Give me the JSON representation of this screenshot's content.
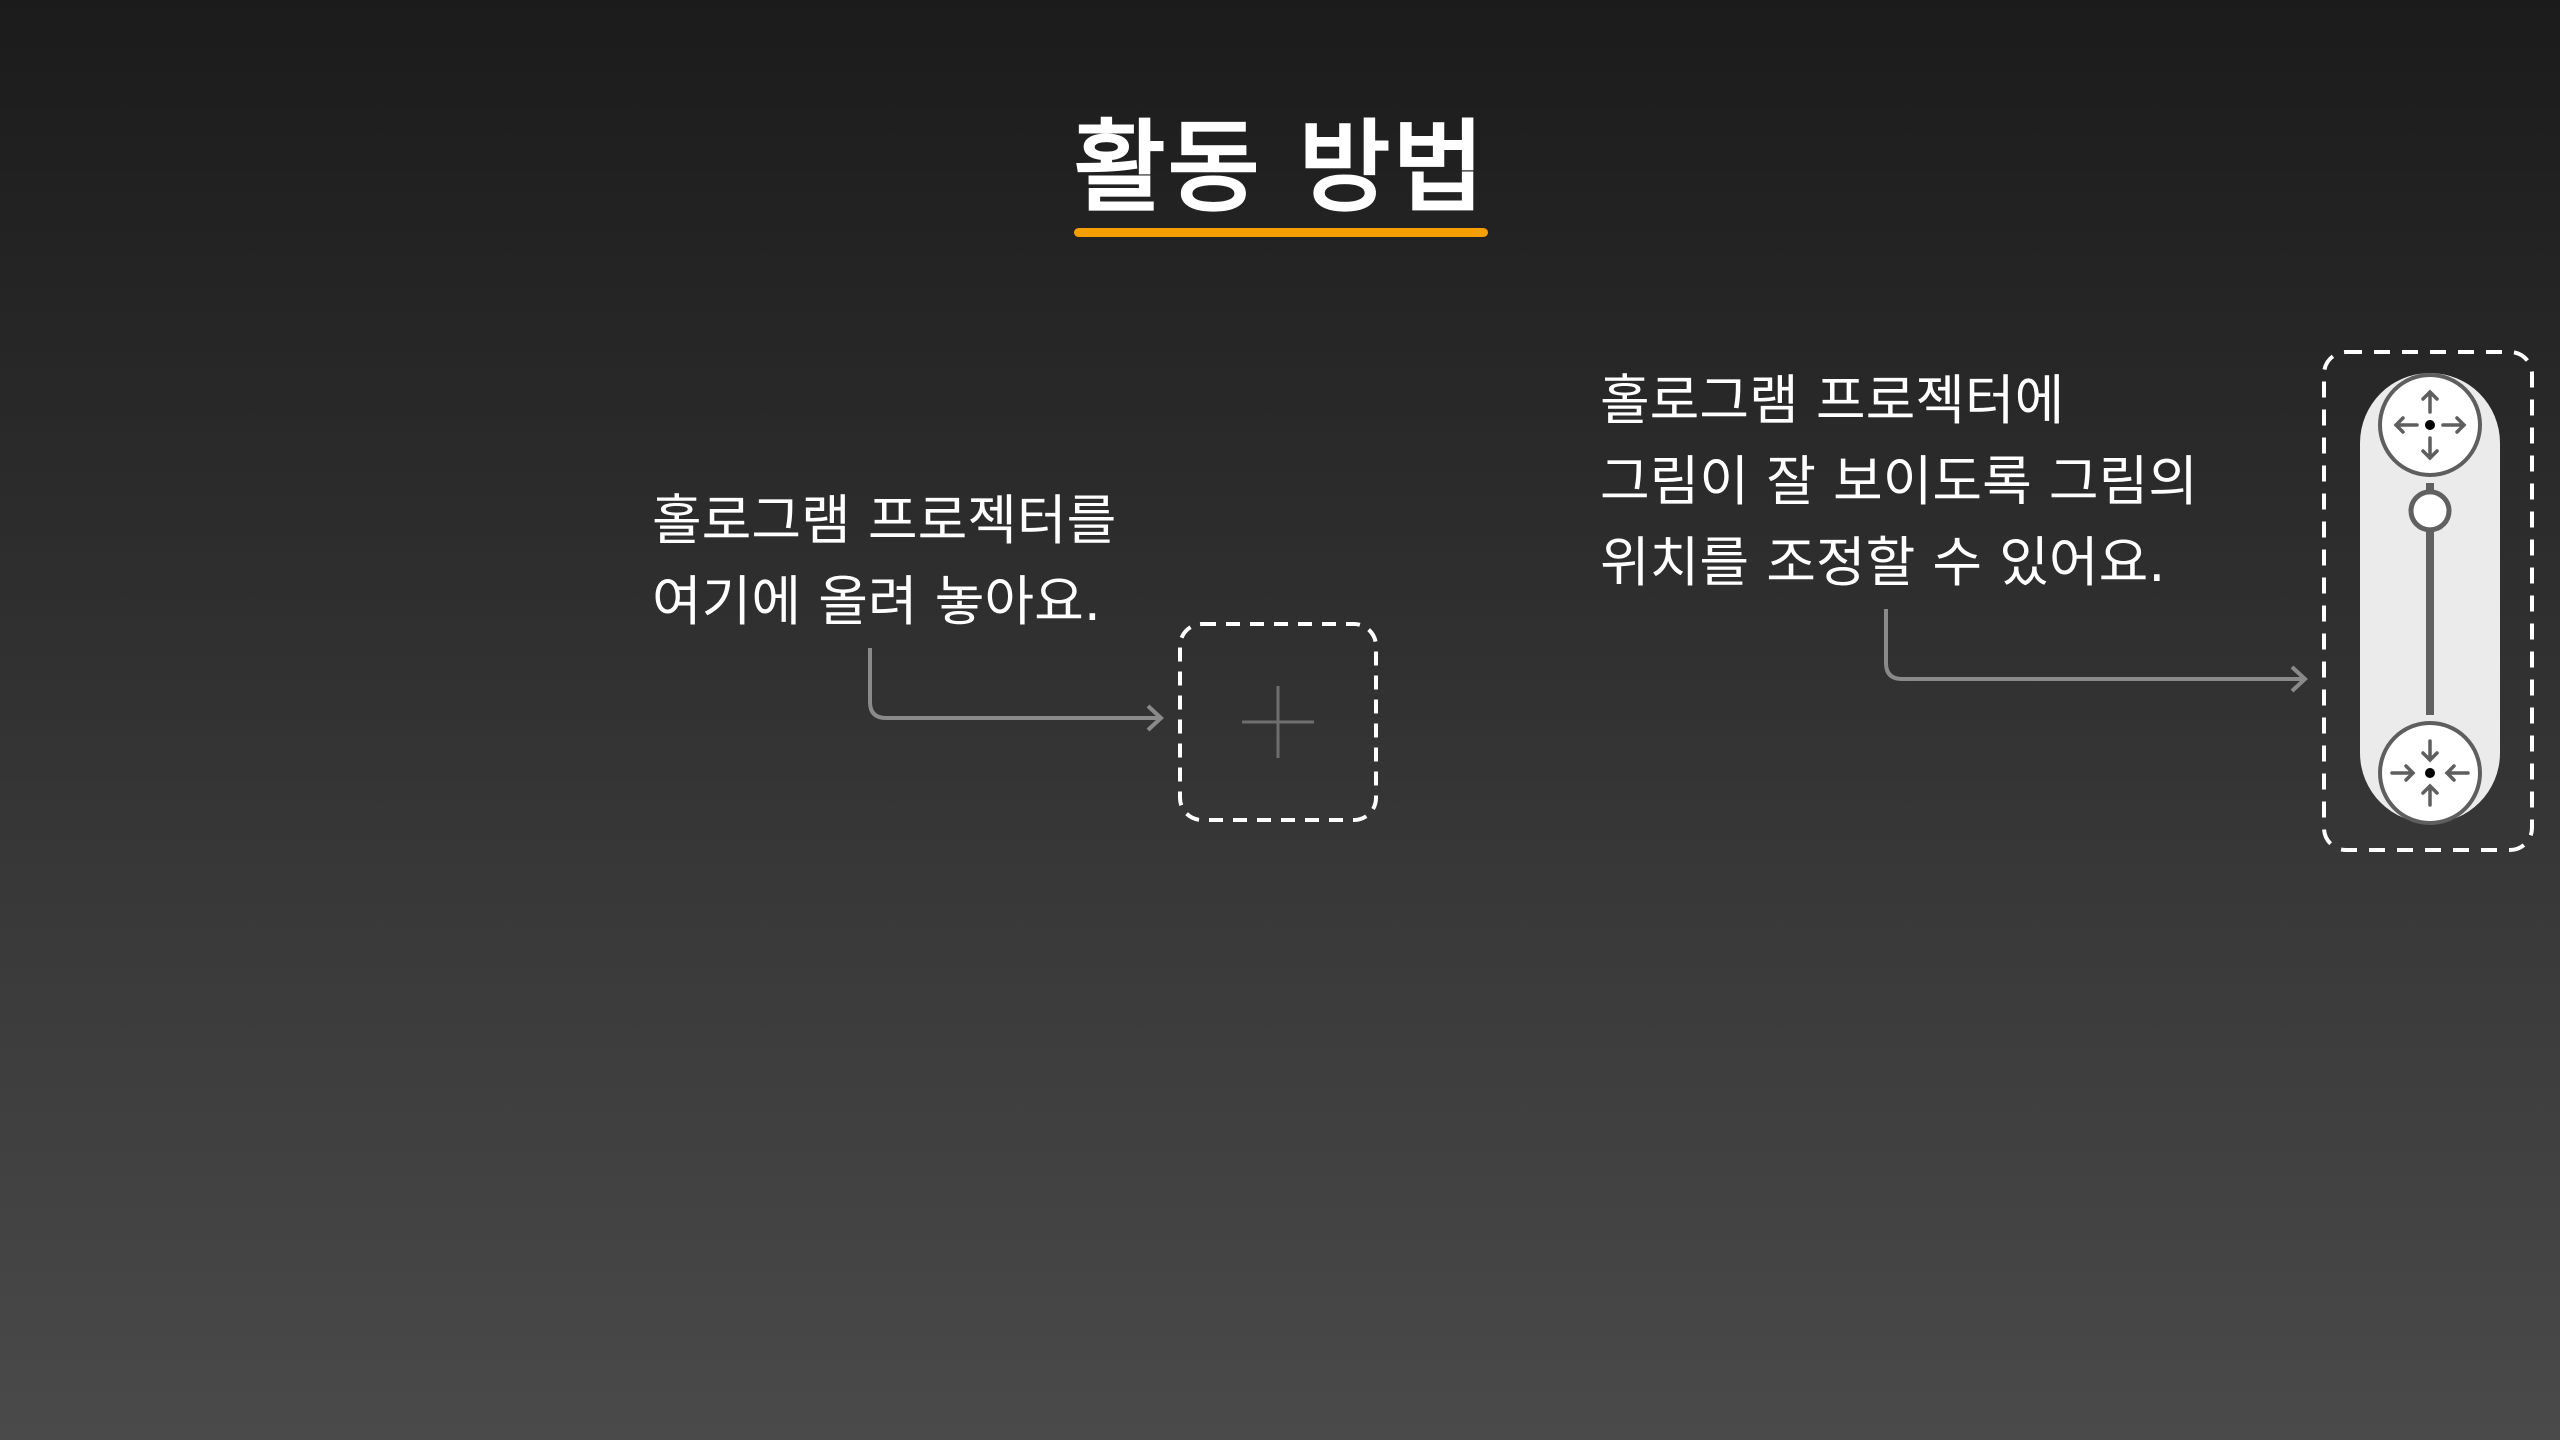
{
  "title": "활동 방법",
  "colors": {
    "accent": "#f59e00"
  },
  "step1": {
    "lines": [
      "홀로그램 프로젝터를",
      "여기에 올려 놓아요."
    ],
    "target_icon": "plus-icon"
  },
  "step2": {
    "lines": [
      "홀로그램 프로젝터에",
      "그림이 잘 보이도록 그림의",
      "위치를 조정할 수 있어요."
    ],
    "controls": {
      "top_icon": "expand-move-icon",
      "bottom_icon": "contract-move-icon",
      "slider_value": 0.12
    }
  }
}
